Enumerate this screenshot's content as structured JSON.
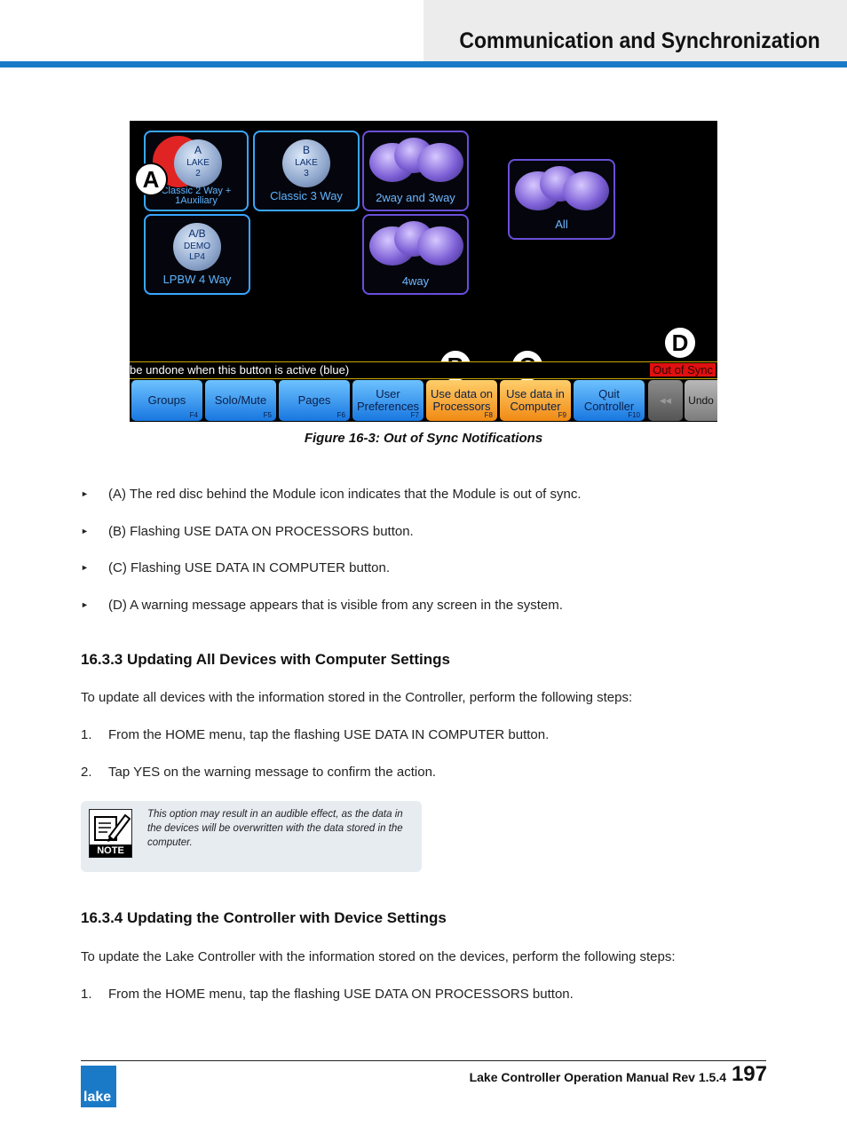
{
  "header": {
    "title": "Communication and Synchronization"
  },
  "figure": {
    "tiles": [
      {
        "label": "Classic 2 Way +\n1Auxiliary",
        "disc": [
          "A",
          "LAKE",
          "2"
        ]
      },
      {
        "label": "Classic 3 Way",
        "disc": [
          "B",
          "LAKE",
          "3"
        ]
      },
      {
        "label": "2way and 3way"
      },
      {
        "label": "All"
      },
      {
        "label": "LPBW 4 Way",
        "disc": [
          "A/B",
          "DEMO",
          "LP4"
        ]
      },
      {
        "label": "4way"
      }
    ],
    "status_message": "be undone when this button is active (blue)",
    "out_of_sync": "Out of Sync",
    "markers": [
      "A",
      "B",
      "C",
      "D"
    ],
    "buttons": [
      {
        "label": "Groups",
        "fkey": "F4"
      },
      {
        "label": "Solo/Mute",
        "fkey": "F5"
      },
      {
        "label": "Pages",
        "fkey": "F6"
      },
      {
        "label": "User\nPreferences",
        "fkey": "F7"
      },
      {
        "label": "Use data on\nProcessors",
        "fkey": "F8"
      },
      {
        "label": "Use data in\nComputer",
        "fkey": "F9"
      },
      {
        "label": "Quit\nController",
        "fkey": "F10"
      },
      {
        "label": "◂◂",
        "fkey": ""
      },
      {
        "label": "Undo",
        "fkey": ""
      }
    ],
    "caption": "Figure 16-3: Out of Sync Notifications"
  },
  "bullets": [
    "(A)  The red disc behind the Module icon indicates that the Module is out of sync.",
    "(B)  Flashing USE DATA ON PROCESSORS button.",
    "(C)  Flashing USE DATA IN COMPUTER button.",
    "(D)  A warning message appears that is visible from any screen in the system."
  ],
  "section1": {
    "heading": "16.3.3   Updating All Devices with Computer Settings",
    "intro": "To update all devices with the information stored in the Controller, perform the following steps:",
    "steps": [
      {
        "n": "1.",
        "text": "From the HOME menu, tap the flashing USE DATA IN COMPUTER button."
      },
      {
        "n": "2.",
        "text": "Tap YES on the warning message to confirm the action."
      }
    ]
  },
  "note": {
    "icon_label": "NOTE",
    "text": "This option may result in an audible effect, as the data in the devices will be overwritten with the data stored in the computer."
  },
  "section2": {
    "heading": "16.3.4   Updating the Controller with Device Settings",
    "intro": "To update the Lake Controller with the information stored on the devices, perform the following steps:",
    "steps": [
      {
        "n": "1.",
        "text": "From the HOME menu, tap the flashing USE DATA ON PROCESSORS button."
      }
    ]
  },
  "footer": {
    "manual": "Lake Controller Operation Manual Rev 1.5.4",
    "page": "197",
    "logo": "lake"
  },
  "colors": {
    "accent": "#1a7ac7",
    "warning": "#e01010",
    "button_blue": "#3aa6ff",
    "button_orange": "#f08a14"
  }
}
